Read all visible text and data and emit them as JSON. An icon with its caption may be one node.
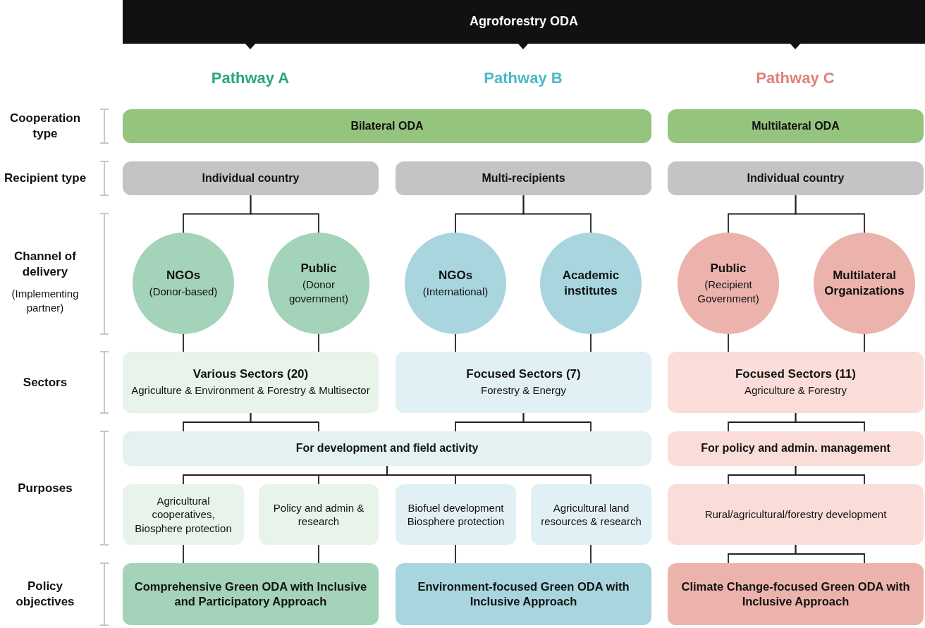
{
  "diagram": {
    "nodes": [
      {
        "text": [
          "Agroforestry ODA"
        ]
      },
      {
        "text": [
          "Bilateral ODA"
        ]
      },
      {
        "text": [
          "Multilateral ODA"
        ]
      },
      {
        "text": [
          "Individual country"
        ]
      },
      {
        "text": [
          "Multi-recipients"
        ]
      },
      {
        "text": [
          "Individual country"
        ]
      },
      {
        "text": [
          "NGOs",
          "(Donor-based)"
        ]
      },
      {
        "text": [
          "Public",
          "(Donor government)"
        ]
      },
      {
        "text": [
          "NGOs",
          "(International)"
        ]
      },
      {
        "text": [
          "Academic institutes"
        ]
      },
      {
        "text": [
          "Public",
          "(Recipient Government)"
        ]
      },
      {
        "text": [
          "Multilateral Organizations"
        ]
      },
      {
        "text": [
          "Various Sectors (20)",
          "Agriculture & Environment & Forestry & Multisector"
        ]
      },
      {
        "text": [
          "Focused Sectors (7)",
          "Forestry & Energy"
        ]
      },
      {
        "text": [
          "Focused Sectors (11)",
          "Agriculture & Forestry"
        ]
      },
      {
        "text": [
          "For development and field activity"
        ]
      },
      {
        "text": [
          "For policy and admin. management"
        ]
      },
      {
        "text": [
          "Agricultural cooperatives, Biosphere protection"
        ]
      },
      {
        "text": [
          "Policy and admin & research"
        ]
      },
      {
        "text": [
          "Biofuel development Biosphere protection"
        ]
      },
      {
        "text": [
          "Agricultural land resources & research"
        ]
      },
      {
        "text": [
          "Rural/agricultural/forestry development"
        ]
      },
      {
        "text": [
          "Comprehensive Green ODA with Inclusive and Participatory Approach"
        ]
      },
      {
        "text": [
          "Environment-focused Green ODA with Inclusive Approach"
        ]
      },
      {
        "text": [
          "Climate Change-focused Green ODA with Inclusive Approach"
        ]
      }
    ],
    "edges": [
      {
        "from": 3,
        "to": 6,
        "arrow": "none"
      },
      {
        "from": 3,
        "to": 7,
        "arrow": "none"
      },
      {
        "from": 4,
        "to": 8,
        "arrow": "none"
      },
      {
        "from": 4,
        "to": 9,
        "arrow": "none"
      },
      {
        "from": 5,
        "to": 10,
        "arrow": "none"
      },
      {
        "from": 5,
        "to": 11,
        "arrow": "none"
      },
      {
        "from": 6,
        "to": 12,
        "arrow": "none"
      },
      {
        "from": 7,
        "to": 12,
        "arrow": "none"
      },
      {
        "from": 8,
        "to": 13,
        "arrow": "none"
      },
      {
        "from": 9,
        "to": 13,
        "arrow": "none"
      },
      {
        "from": 10,
        "to": 14,
        "arrow": "none"
      },
      {
        "from": 11,
        "to": 14,
        "arrow": "none"
      },
      {
        "from": 12,
        "to": 15,
        "arrow": "none"
      },
      {
        "from": 12,
        "to": 15,
        "arrow": "none"
      },
      {
        "from": 13,
        "to": 15,
        "arrow": "none"
      },
      {
        "from": 13,
        "to": 15,
        "arrow": "none"
      },
      {
        "from": 14,
        "to": 16,
        "arrow": "none"
      },
      {
        "from": 14,
        "to": 16,
        "arrow": "none"
      },
      {
        "from": 15,
        "to": 17,
        "arrow": "none"
      },
      {
        "from": 15,
        "to": 18,
        "arrow": "none"
      },
      {
        "from": 15,
        "to": 19,
        "arrow": "none"
      },
      {
        "from": 15,
        "to": 20,
        "arrow": "none"
      },
      {
        "from": 16,
        "to": 21,
        "arrow": "none"
      },
      {
        "from": 16,
        "to": 21,
        "arrow": "none"
      },
      {
        "from": 17,
        "to": 22,
        "arrow": "none"
      },
      {
        "from": 18,
        "to": 22,
        "arrow": "none"
      },
      {
        "from": 19,
        "to": 23,
        "arrow": "none"
      },
      {
        "from": 20,
        "to": 23,
        "arrow": "none"
      },
      {
        "from": 21,
        "to": 24,
        "arrow": "none"
      },
      {
        "from": 21,
        "to": 24,
        "arrow": "none"
      }
    ],
    "labels": [
      "Pathway A",
      "Pathway B",
      "Pathway C",
      "Cooperation type",
      "Recipient type",
      "Channel of delivery",
      "(Implementing partner)",
      "Sectors",
      "Purposes",
      "Policy objectives"
    ]
  }
}
